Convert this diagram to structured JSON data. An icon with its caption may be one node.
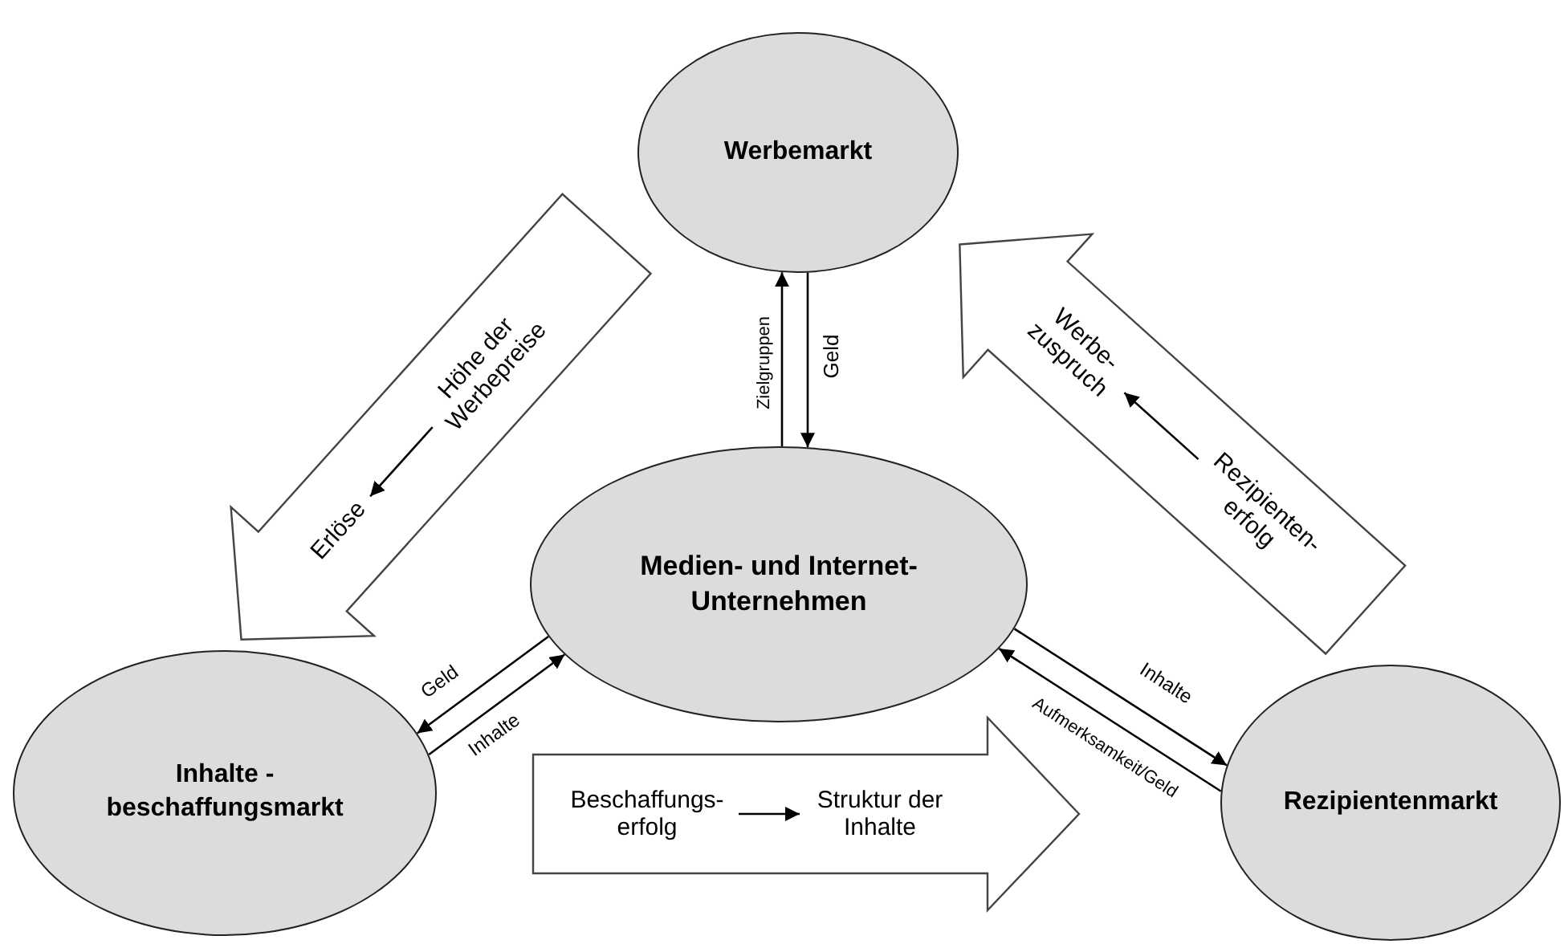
{
  "diagram": {
    "nodes": [
      {
        "text": [
          "Werbemarkt"
        ]
      },
      {
        "text": [],
        "shape": "arrow"
      },
      {
        "text": [
          "Höhe der Werbepreise"
        ],
        "in": 1
      },
      {
        "text": [
          "Erlöse"
        ],
        "in": 1
      },
      {
        "text": [],
        "shape": "arrow"
      },
      {
        "text": [
          "Werbe- zuspruch"
        ],
        "in": 4
      },
      {
        "text": [
          "Rezipienten- erfolg"
        ],
        "in": 4
      },
      {
        "text": [
          "Medien- und Internet- Unternehmen"
        ]
      },
      {
        "text": [
          "Inhalte - beschaffungsmarkt"
        ]
      },
      {
        "text": [],
        "shape": "arrow"
      },
      {
        "text": [
          "Beschaffungs- erfolg"
        ],
        "in": 9
      },
      {
        "text": [
          "Struktur der Inhalte"
        ],
        "in": 9
      },
      {
        "text": [
          "Rezipientenmarkt"
        ]
      }
    ],
    "edges": [
      {
        "from": 7,
        "to": 0,
        "arrow": "to",
        "label": "Zielgruppen"
      },
      {
        "from": 0,
        "to": 7,
        "arrow": "to",
        "label": "Geld"
      },
      {
        "from": 2,
        "to": 3,
        "arrow": "to"
      },
      {
        "from": 6,
        "to": 5,
        "arrow": "to"
      },
      {
        "from": 7,
        "to": 8,
        "arrow": "to",
        "label": "Geld"
      },
      {
        "from": 8,
        "to": 7,
        "arrow": "to",
        "label": "Inhalte"
      },
      {
        "from": 10,
        "to": 11,
        "arrow": "to"
      },
      {
        "from": 7,
        "to": 12,
        "arrow": "to",
        "label": "Inhalte"
      },
      {
        "from": 12,
        "to": 7,
        "arrow": "to",
        "label": "Aufmerksamkeit/Geld"
      }
    ]
  }
}
